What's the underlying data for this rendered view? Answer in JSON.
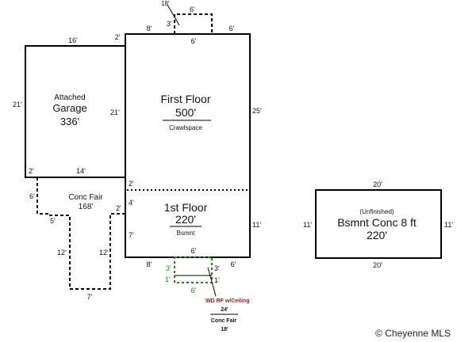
{
  "first_floor": {
    "name": "First Floor",
    "area": "500'",
    "sub": "Crawlspace",
    "dims": {
      "top_left": "8'",
      "top_mid": "6'",
      "top_right": "6'",
      "right": "25'",
      "left": "21'"
    }
  },
  "bump_top": {
    "label": "18'",
    "top": "6'",
    "side": "3'"
  },
  "garage": {
    "name1": "Attached",
    "name2": "Garage",
    "area": "336'",
    "dims": {
      "top": "16'",
      "top_right": "2'",
      "left": "21'",
      "bottom_left": "2'",
      "bottom": "14'"
    }
  },
  "conc_fair": {
    "name": "Conc Fair",
    "area": "168'",
    "dims": {
      "left": "6'",
      "step": "5'",
      "left_long": "12'",
      "right_long": "12'",
      "bottom": "7'",
      "right_top": "2'"
    }
  },
  "first_bsmt": {
    "name": "1st Floor",
    "area": "220'",
    "sub": "Bsmnt",
    "dims": {
      "left_top": "2'",
      "left_mid": "4'",
      "left_low": "7'",
      "right": "11'",
      "bottom_left": "8'",
      "bottom_mid": "6'",
      "bottom_right": "6'"
    }
  },
  "deck": {
    "dims": {
      "left": "3'",
      "right": "3'",
      "left_low": "1'",
      "right_low": "1'",
      "bottom": "6'"
    },
    "label": "WD RF w/Ceiling",
    "area1": "24'",
    "label2": "Conc Fair",
    "area2": "18'"
  },
  "basement": {
    "note": "(Unfinished)",
    "name": "Bsmnt Conc 8 ft",
    "area": "220'",
    "dims": {
      "top": "20'",
      "bottom": "20'",
      "left": "11'",
      "right": "11'"
    }
  },
  "copyright": "© Cheyenne MLS"
}
